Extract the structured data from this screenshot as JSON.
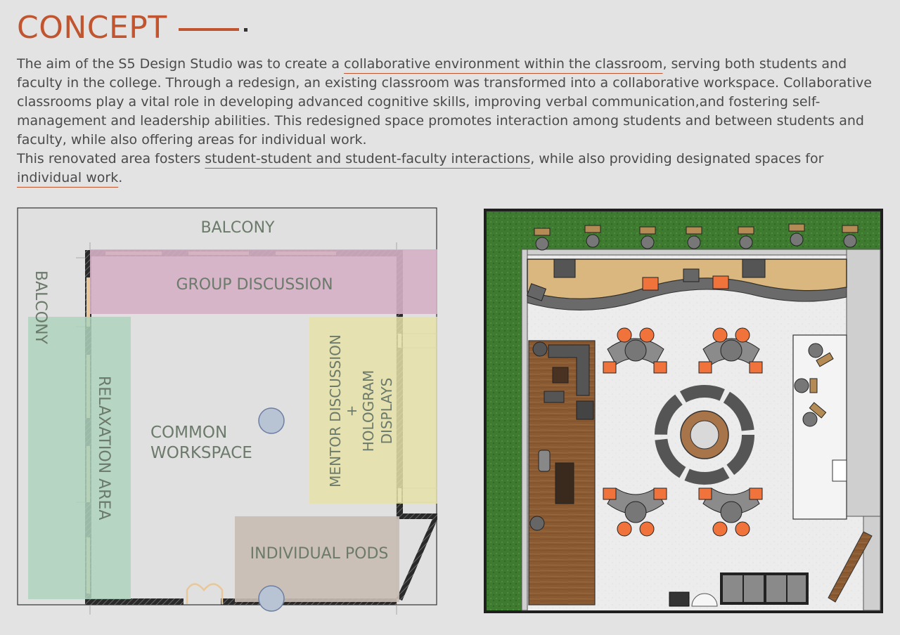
{
  "header": {
    "title": "CONCEPT"
  },
  "intro": {
    "p1_a": "The aim of the S5 Design Studio was to create a ",
    "p1_link": "collaborative environment within the classroom",
    "p1_b": ", serving both students and faculty in the college. Through a redesign, an existing classroom was transformed into a collaborative workspace. Collaborative classrooms play a vital role in developing advanced cognitive skills, improving verbal communication,and fostering self-management and leadership abilities. This redesigned space promotes interaction among students and between students and faculty, while also offering areas for individual work.",
    "p2_a": "This renovated area fosters ",
    "p2_link1": "student-student and student-faculty interactions",
    "p2_b": ", while also providing designated spaces for ",
    "p2_link2": "individual work",
    "p2_c": "."
  },
  "zone_plan": {
    "labels": {
      "balcony_top": "BALCONY",
      "balcony_side": "BALCONY",
      "group_discussion": "GROUP DISCUSSION",
      "relaxation": "RELAXATION AREA",
      "common_1": "COMMON",
      "common_2": "WORKSPACE",
      "mentor": "MENTOR DISCUSSION",
      "plus": "+",
      "hologram": "HOLOGRAM",
      "displays": "DISPLAYS",
      "pods": "INDIVIDUAL PODS"
    },
    "zone_colors": {
      "group_discussion": "#d4b0c4",
      "relaxation": "#aed2bc",
      "mentor": "#e5e1a8",
      "pods": "#c9bdb2",
      "label_text": "#6b7a6a"
    }
  },
  "layout_plan": {
    "colors": {
      "grass": "#3e7a2f",
      "wood": "#8a5a33",
      "chair_orange": "#f0733c",
      "table_gray": "#8b8b8b"
    }
  }
}
